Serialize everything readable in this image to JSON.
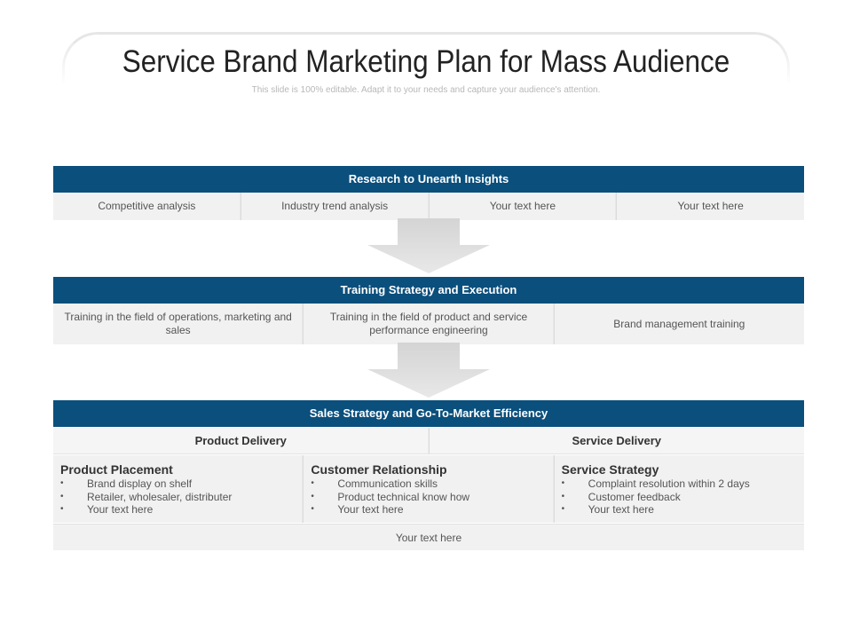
{
  "slide": {
    "title": "Service Brand Marketing Plan for Mass Audience",
    "subtitle": "This slide is 100% editable. Adapt it to your needs and capture your audience's attention."
  },
  "stages": [
    {
      "header": "Research to Unearth Insights",
      "items": [
        "Competitive analysis",
        "Industry trend analysis",
        "Your text here",
        "Your text here"
      ]
    },
    {
      "header": "Training Strategy and Execution",
      "items": [
        "Training in the field of operations, marketing and sales",
        "Training in the field of product and service performance engineering",
        "Brand management training"
      ]
    },
    {
      "header": "Sales Strategy and Go-To-Market Efficiency",
      "subheaders": [
        "Product Delivery",
        "Service Delivery"
      ],
      "columns": [
        {
          "title": "Product Placement",
          "bullets": [
            "Brand display on shelf",
            "Retailer, wholesaler, distributer",
            "Your text here"
          ]
        },
        {
          "title": "Customer Relationship",
          "bullets": [
            "Communication skills",
            "Product technical know how",
            "Your text here"
          ]
        },
        {
          "title": "Service Strategy",
          "bullets": [
            "Complaint resolution within 2 days",
            "Customer feedback",
            "Your text here"
          ]
        }
      ],
      "footer": "Your text here"
    }
  ],
  "colors": {
    "header_bar": "#0b4f7c",
    "row_background": "#f1f1f1",
    "arrow": "#dcdcdc"
  },
  "icons": [
    "down-arrow-icon",
    "down-arrow-icon"
  ]
}
